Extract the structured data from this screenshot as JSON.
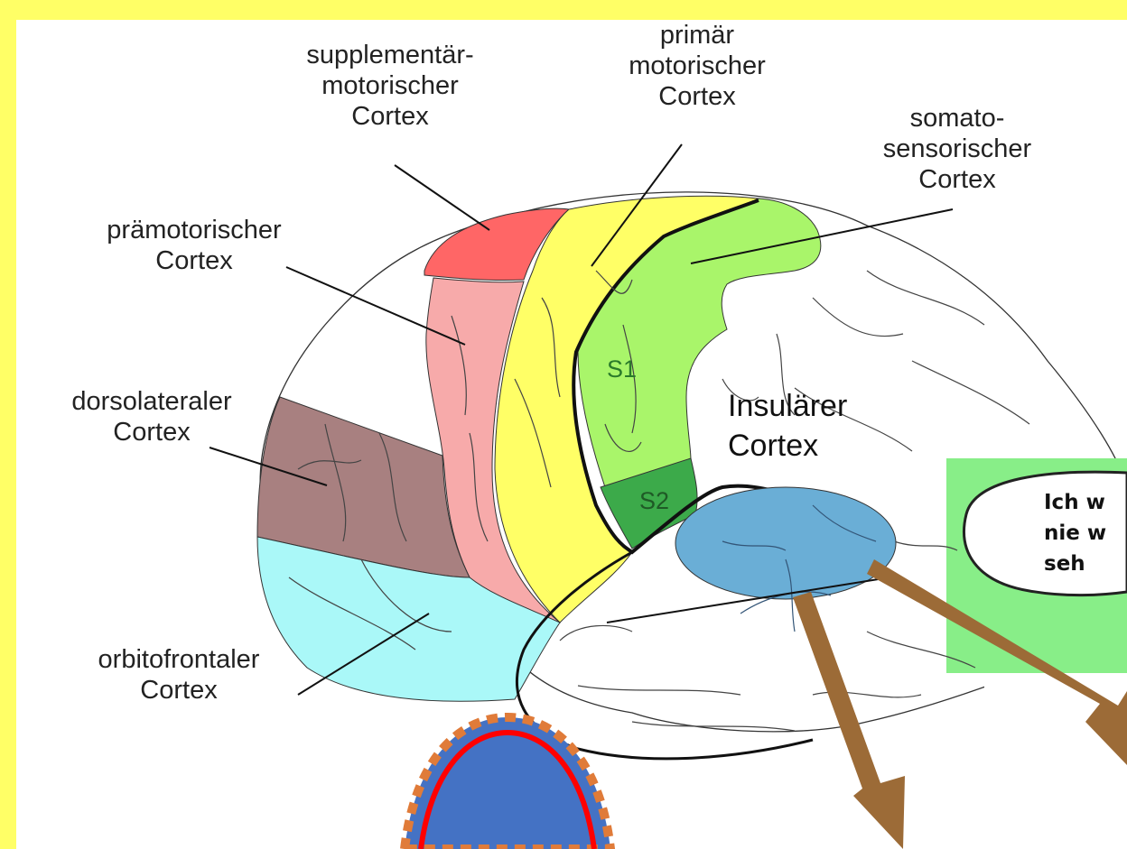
{
  "labels": {
    "supplementary_motor": [
      "supplementär-",
      "motorischer",
      "Cortex"
    ],
    "primary_motor": [
      "primär",
      "motorischer",
      "Cortex"
    ],
    "somatosensory": [
      "somato-",
      "sensorischer",
      "Cortex"
    ],
    "premotor": [
      "prämotorischer",
      "Cortex"
    ],
    "dorsolateral": [
      "dorsolateraler",
      "Cortex"
    ],
    "orbitofrontal": [
      "orbitofrontaler",
      "Cortex"
    ],
    "insular": [
      "Insulärer",
      "Cortex"
    ]
  },
  "region_marks": {
    "s1": "S1",
    "s2": "S2"
  },
  "inset": {
    "lines": [
      "Ich w",
      "nie w",
      "seh"
    ]
  },
  "colors": {
    "background": "#ffff66",
    "supplementary_motor": "#ff6666",
    "premotor": "#f7aaaa",
    "primary_motor": "#ffff66",
    "somatosensory": "#a9f56a",
    "s2": "#3caa4a",
    "dorsolateral": "#a88080",
    "orbitofrontal": "#aaf8f8",
    "insular": "#6aaed6",
    "arrows": "#9c6b37",
    "inset_panel": "#88ee88"
  }
}
